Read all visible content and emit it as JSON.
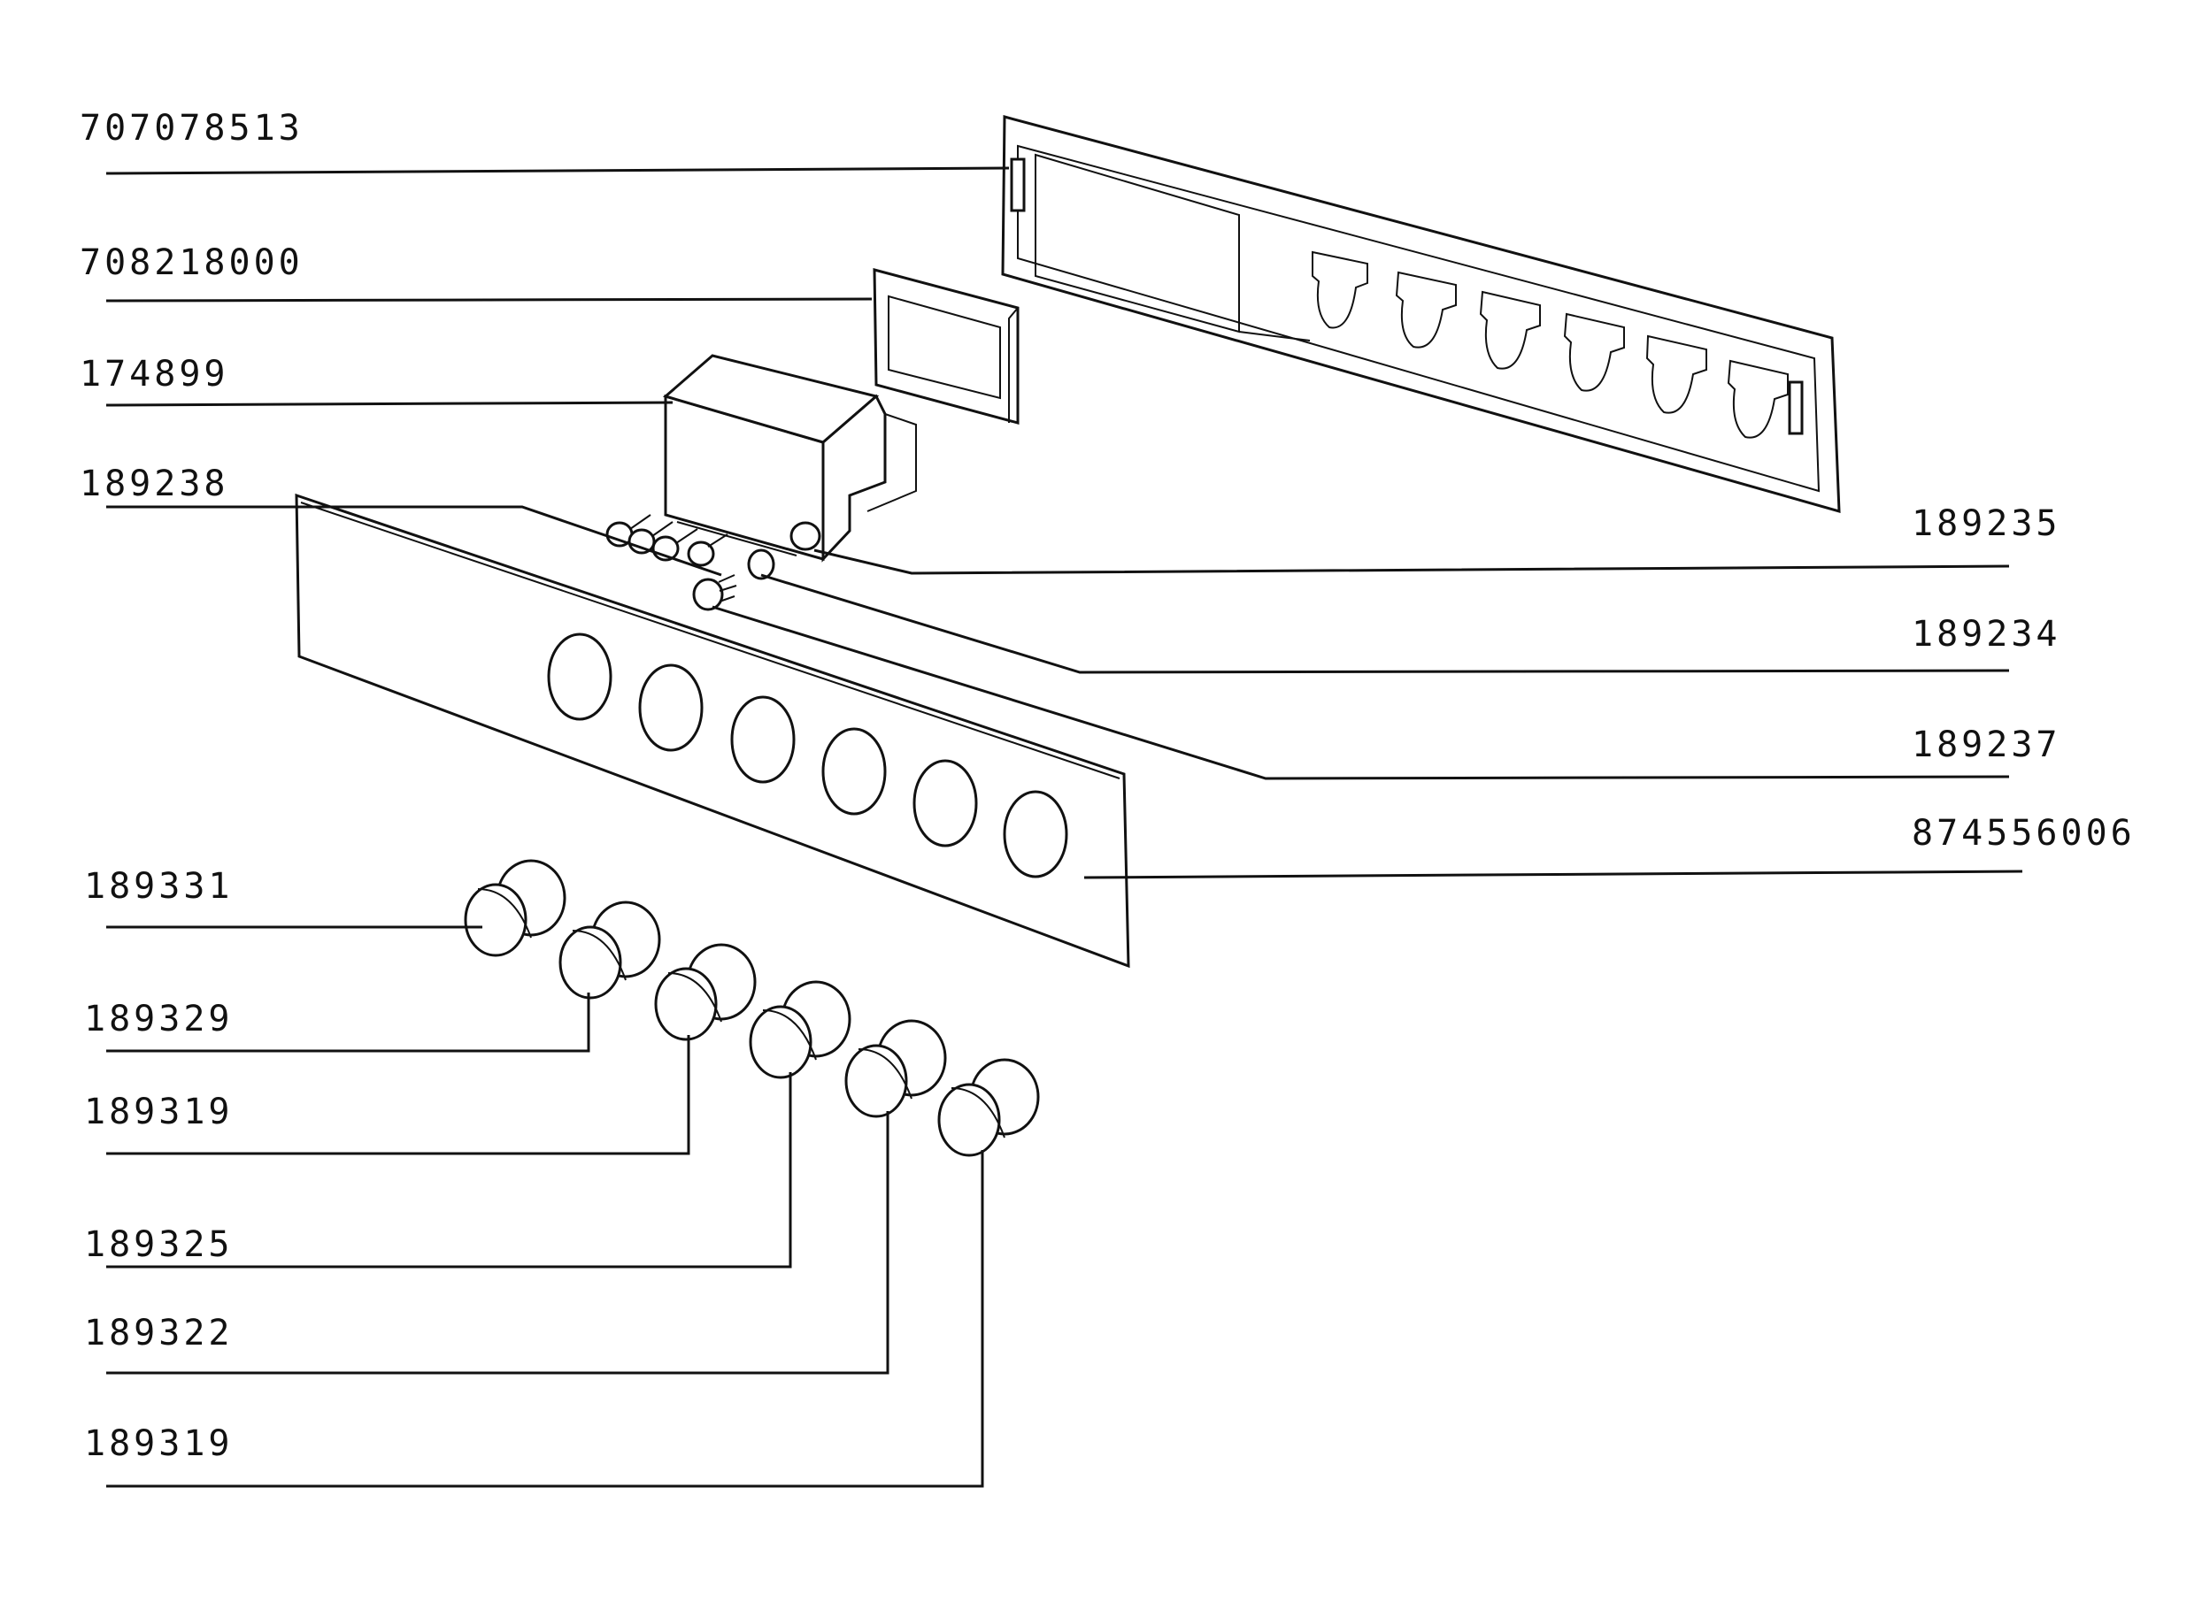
{
  "labels": {
    "trim_frame": "707078513",
    "display_window": "708218000",
    "timer_module": "174899",
    "buttons_set": "189238",
    "button_right": "189235",
    "spindle": "189234",
    "spindle_knob": "189237",
    "fascia_panel": "874556006",
    "knob_1": "189331",
    "knob_2": "189329",
    "knob_3": "189319",
    "knob_4": "189325",
    "knob_5": "189322",
    "knob_6": "189319"
  }
}
